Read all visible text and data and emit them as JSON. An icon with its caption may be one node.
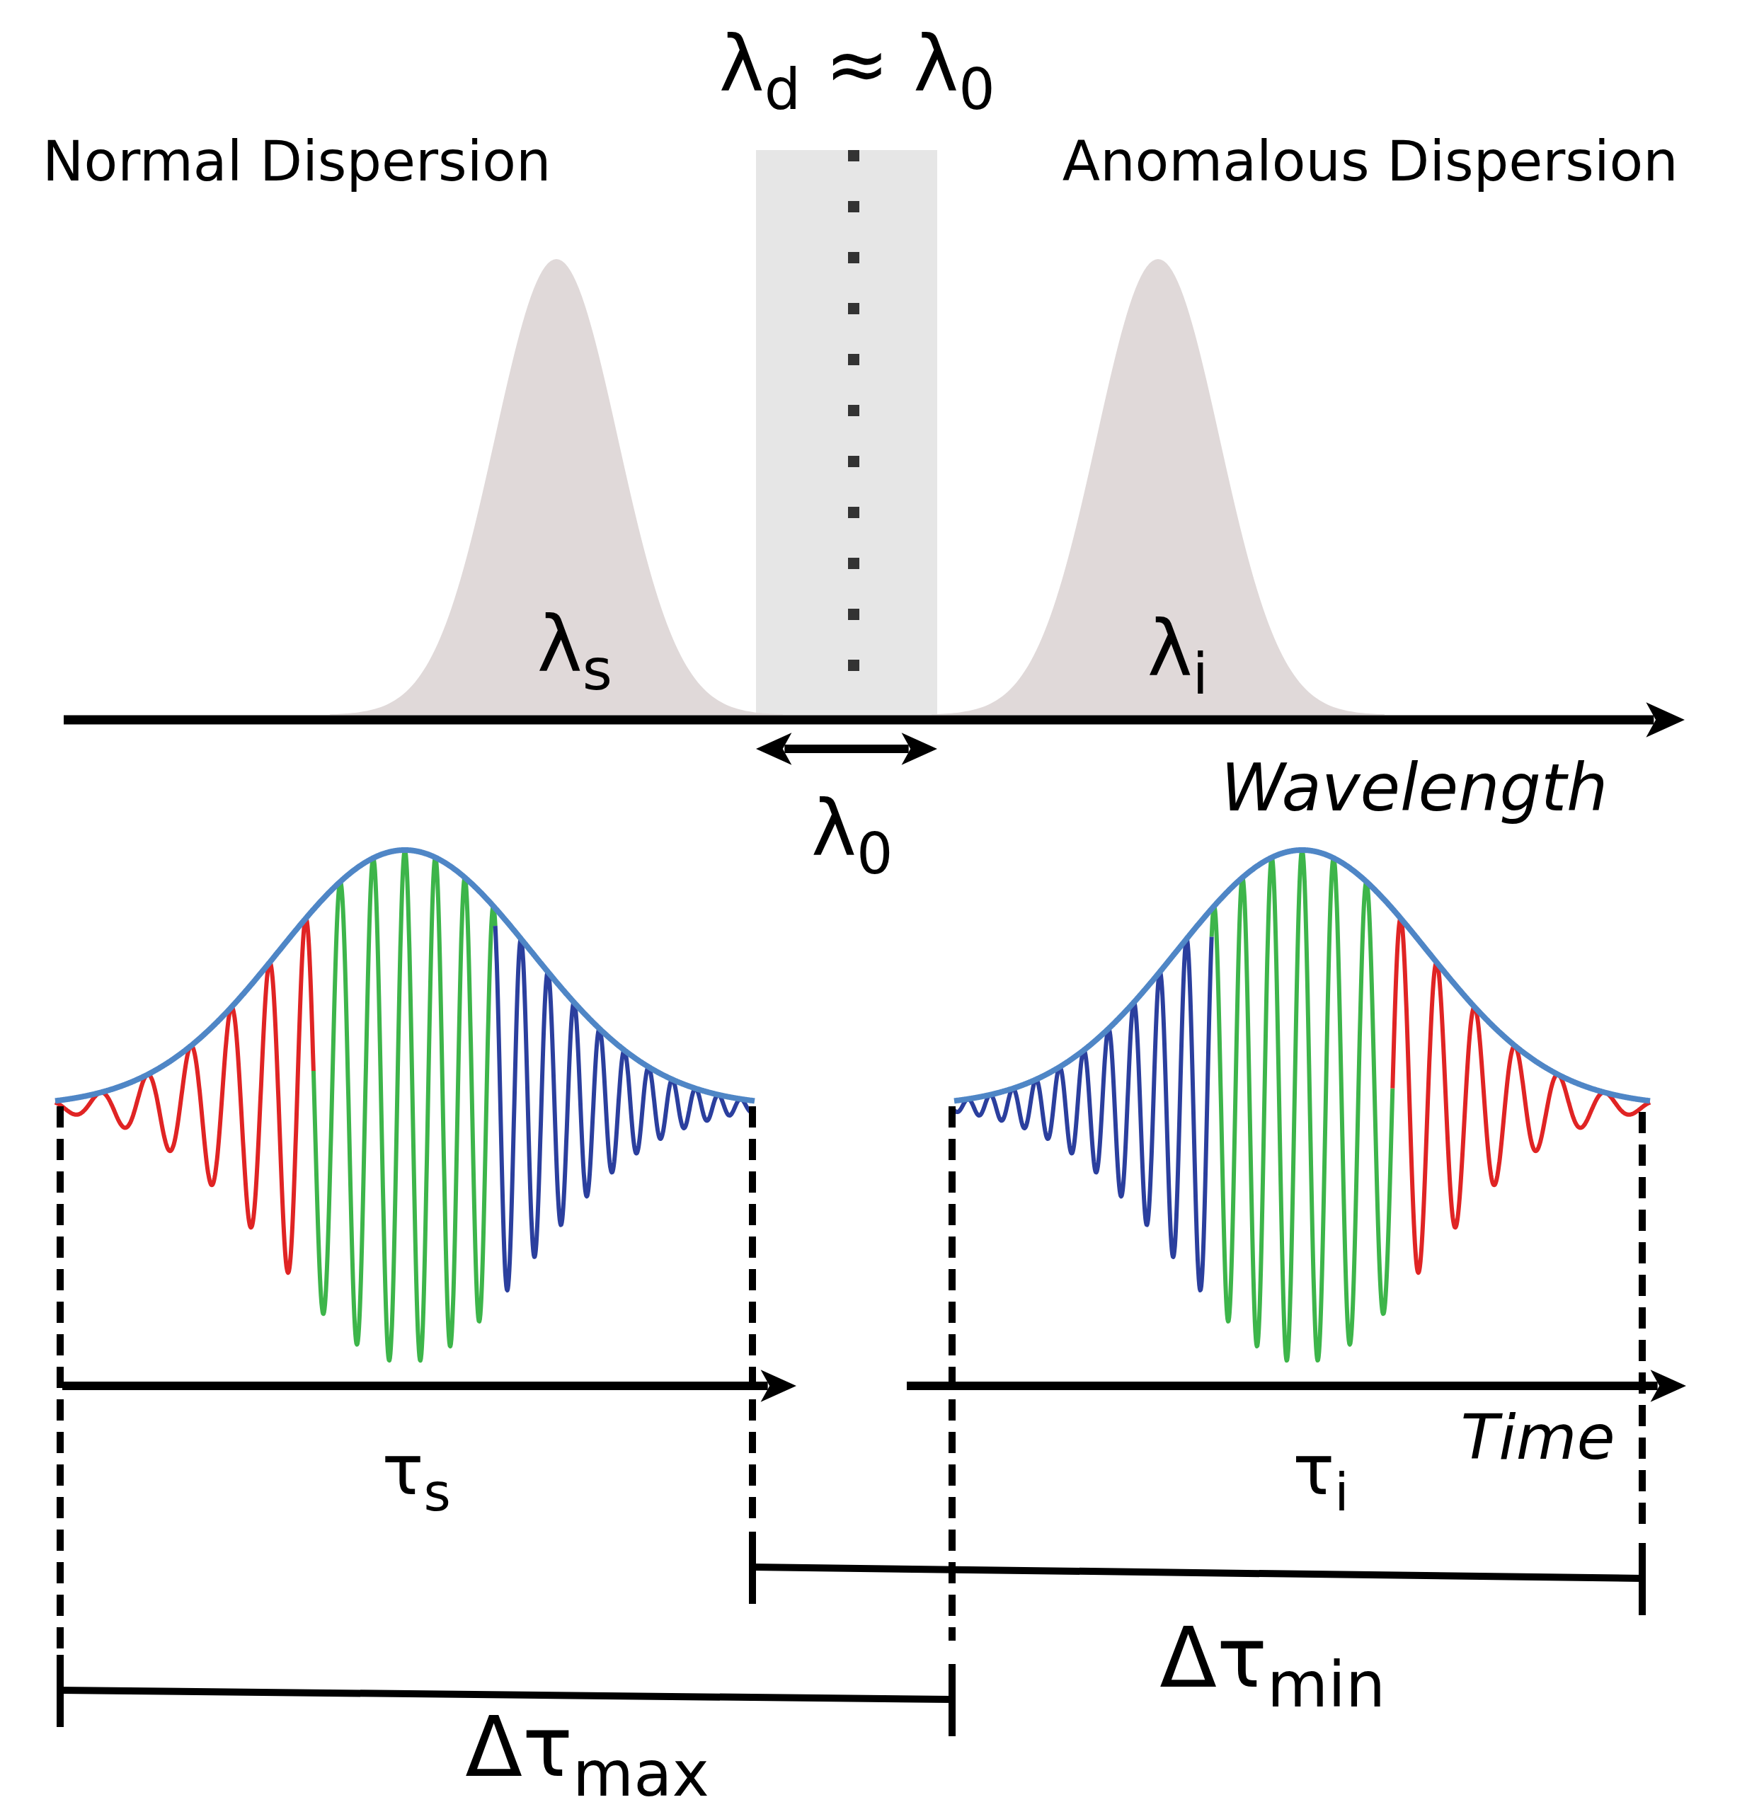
{
  "diagram": {
    "nodes": [
      {
        "text": [
          "λ$_{s}$"
        ]
      },
      {
        "text": [
          "λ$_{i}$"
        ]
      }
    ],
    "labels": [
      "λ$_{d}$ ≈ λ$_{0}$",
      "Normal Dispersion",
      "Anomalous Dispersion",
      "λ$_{0}$",
      "Wavelength",
      "τ$_{s}$",
      "τ$_{i}$",
      "Time",
      "Δτ$_{min}$",
      "Δτ$_{max}$"
    ]
  }
}
